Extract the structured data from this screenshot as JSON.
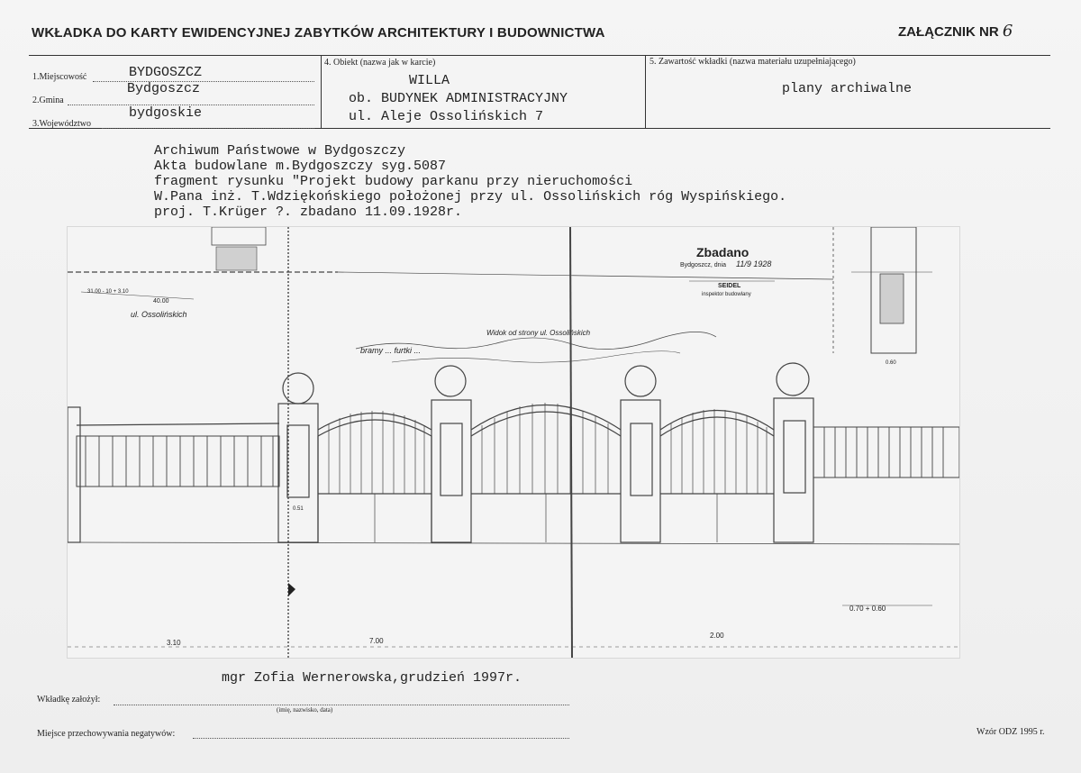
{
  "header": {
    "title": "WKŁADKA DO KARTY EWIDENCYJNEJ ZABYTKÓW ARCHITEKTURY I BUDOWNICTWA",
    "annex_label": "ZAŁĄCZNIK NR",
    "annex_number": "6"
  },
  "fields": {
    "locality_label": "1.Miejscowość",
    "locality_value": "BYDGOSZCZ",
    "commune_label": "2.Gmina",
    "commune_value": "Bydgoszcz",
    "voivodeship_label": "3.Województwo",
    "voivodeship_value": "bydgoskie",
    "object_label": "4. Obiekt  (nazwa jak w karcie)",
    "object_lines": [
      "WILLA",
      "ob. BUDYNEK ADMINISTRACYJNY",
      "ul. Aleje Ossolińskich 7"
    ],
    "content_label": "5. Zawartość wkładki  (nazwa materiału uzupełniającego)",
    "content_value": "plany archiwalne"
  },
  "description": [
    "Archiwum Państwowe w Bydgoszczy",
    "Akta budowlane m.Bydgoszczy  syg.5087",
    "fragment rysunku \"Projekt budowy parkanu przy nieruchomości",
    "W.Pana inż. T.Wdziękońskiego położonej przy ul. Ossolińskich róg Wyspińskiego.",
    "proj. T.Krüger ?. zbadano 11.09.1928r."
  ],
  "drawing": {
    "stamp_title": "Zbadano",
    "stamp_city": "Bydgoszcz, dnia",
    "stamp_date": "11/9 1928",
    "stamp_name": "SEIDEL",
    "stamp_role": "inspektor budowlany",
    "street_label": "ul. Ossolińskich",
    "dim_4000": "40.00",
    "dim_310": "3.10",
    "dim_700": "7.00",
    "dim_200": "2.00",
    "dim_070_060": "0.70 + 0.60",
    "dim_060": "0.60",
    "dim_051": "0.51",
    "handwriting_1": "Widok od strony ul. Ossolińskich",
    "handwriting_2": "bramy ... furtki ...",
    "small_line_label": "31.00 - 10 + 3.10"
  },
  "footer": {
    "author": "mgr Zofia Wernerowska,grudzień 1997r.",
    "inserted_by_label": "Wkładkę założył:",
    "inserted_by_hint": "(imię, nazwisko, data)",
    "storage_label": "Miejsce przechowywania negatywów:",
    "form_code": "Wzór ODZ 1995 r."
  }
}
